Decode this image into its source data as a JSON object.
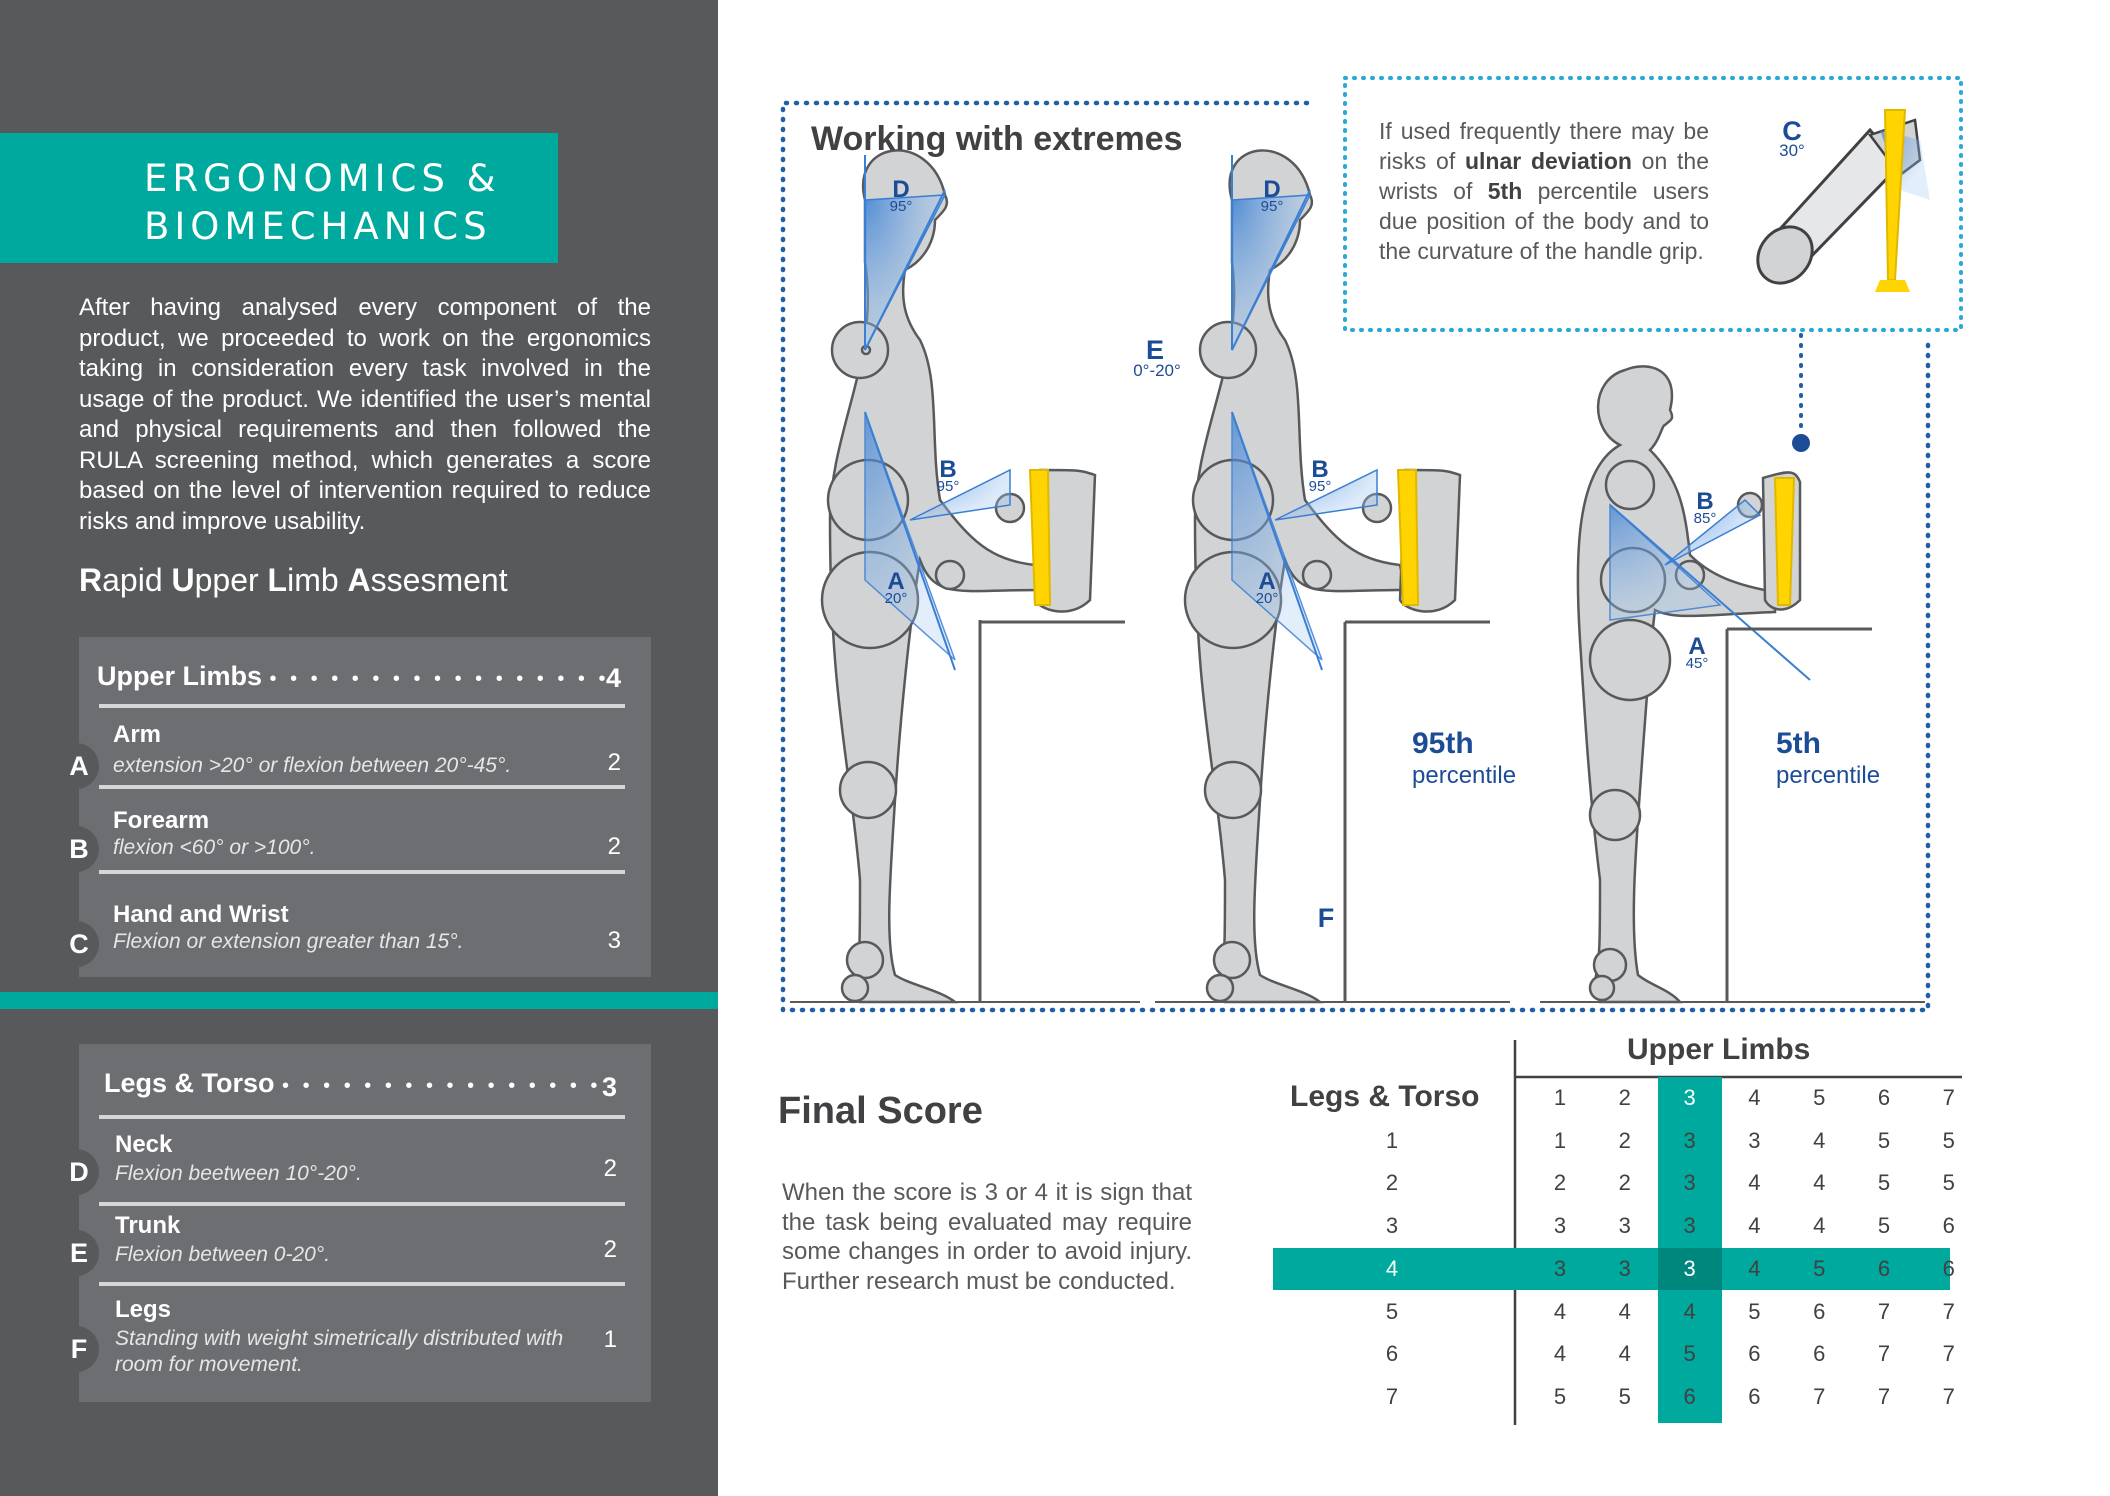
{
  "header": {
    "title_line1": "ERGONOMICS &",
    "title_line2": "BIOMECHANICS"
  },
  "intro": "After having analysed every component of the product, we proceeded to work on the ergonomics taking in consideration every task involved in the usage of the product. We identified the user’s mental and physical requirements and then followed the RULA screening method, which generates a score based on the level of intervention required to reduce risks and improve usability.",
  "rula": {
    "r": "R",
    "r_rest": "apid ",
    "u": "U",
    "u_rest": "pper ",
    "l": "L",
    "l_rest": "imb ",
    "a": "A",
    "a_rest": "ssesment"
  },
  "upper_card": {
    "title": "Upper Limbs",
    "dots": "• • • • • • • • • • • • • • • • •",
    "score": "4",
    "items": [
      {
        "letter": "A",
        "name": "Arm",
        "desc": "extension >20° or flexion between 20°-45°.",
        "score": "2"
      },
      {
        "letter": "B",
        "name": "Forearm",
        "desc": "flexion <60° or  >100°.",
        "score": "2"
      },
      {
        "letter": "C",
        "name": "Hand and Wrist",
        "desc": "Flexion or extension greater than 15°.",
        "score": "3"
      }
    ]
  },
  "legs_card": {
    "title": "Legs & Torso",
    "dots": "• • • • • • • • • • • • • • • •",
    "score": "3",
    "items": [
      {
        "letter": "D",
        "name": "Neck",
        "desc": "Flexion beetween 10°-20°.",
        "score": "2"
      },
      {
        "letter": "E",
        "name": "Trunk",
        "desc": "Flexion between 0-20°.",
        "score": "2"
      },
      {
        "letter": "F",
        "name": "Legs",
        "desc": "Standing with weight simetrically distributed with room for movement.",
        "score": "1"
      }
    ]
  },
  "diagram": {
    "title": "Working with extremes",
    "note_parts": [
      "If used frequently there may be risks of ",
      "ulnar deviation",
      " on the wrists of ",
      "5th",
      " percentile users due position of the body and  to the curvature of the handle grip."
    ],
    "labels": {
      "D": "D",
      "D_angle": "95°",
      "B": "B",
      "B_angle": "95°",
      "B5_angle": "85°",
      "A": "A",
      "A_angle": "20°",
      "A5_angle": "45°",
      "E": "E",
      "E_angle": "0°-20°",
      "C": "C",
      "C_angle": "30°",
      "F": "F"
    },
    "p95": {
      "num": "95th",
      "word": "percentile"
    },
    "p5": {
      "num": "5th",
      "word": "percentile"
    },
    "colors": {
      "accent": "#00a99d",
      "blue": "#1c4c96",
      "yellow": "#ffd400",
      "dotted": "#1f5fa8"
    }
  },
  "final": {
    "title": "Final Score",
    "text": "When the score is 3 or 4 it is sign that the task being evaluated may require some changes in order to avoid injury. Further research must be conducted."
  },
  "score_table": {
    "col_title": "Upper Limbs",
    "row_title": "Legs & Torso",
    "columns": [
      "1",
      "2",
      "3",
      "4",
      "5",
      "6",
      "7"
    ],
    "rows": [
      {
        "label": "1",
        "values": [
          "1",
          "2",
          "3",
          "3",
          "4",
          "5",
          "5"
        ]
      },
      {
        "label": "2",
        "values": [
          "2",
          "2",
          "3",
          "4",
          "4",
          "5",
          "5"
        ]
      },
      {
        "label": "3",
        "values": [
          "3",
          "3",
          "3",
          "4",
          "4",
          "5",
          "6"
        ]
      },
      {
        "label": "4",
        "values": [
          "3",
          "3",
          "3",
          "4",
          "5",
          "6",
          "6"
        ]
      },
      {
        "label": "5",
        "values": [
          "4",
          "4",
          "4",
          "5",
          "6",
          "7",
          "7"
        ]
      },
      {
        "label": "6",
        "values": [
          "4",
          "4",
          "5",
          "6",
          "6",
          "7",
          "7"
        ]
      },
      {
        "label": "7",
        "values": [
          "5",
          "5",
          "6",
          "6",
          "7",
          "7",
          "7"
        ]
      }
    ],
    "highlight_col": "3",
    "highlight_row": "4"
  }
}
